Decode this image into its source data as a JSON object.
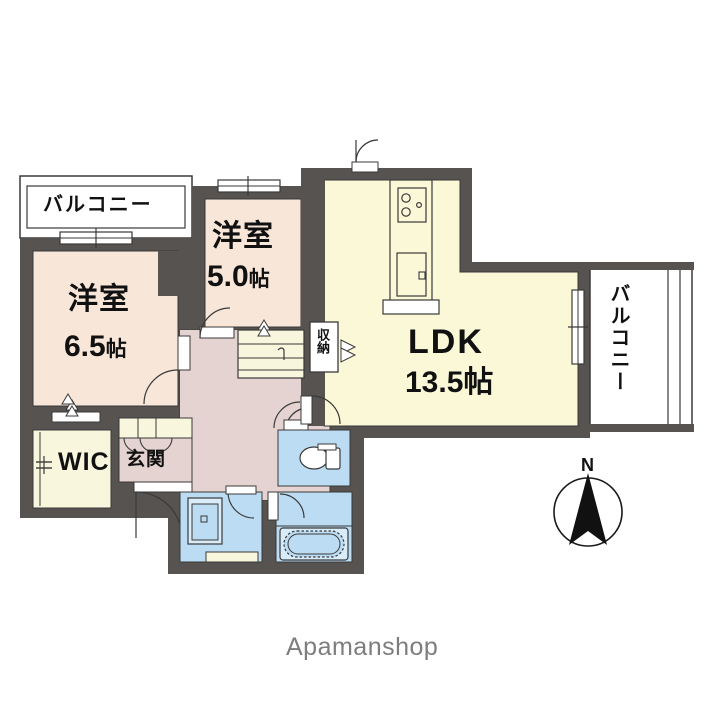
{
  "page": {
    "title": "Apartment Floor Plan",
    "background_color": "#ffffff",
    "watermark": "Apamanshop"
  },
  "colors": {
    "wall": "#575350",
    "wall_light": "#6b6562",
    "bedroom_fill": "#f8e6d8",
    "ldk_fill": "#fbf8d8",
    "hall_fill": "#e5d3d1",
    "water_fill": "#bcdcf3",
    "closet_fill": "#f8f6dc",
    "balcony_fill": "#ffffff",
    "line": "#3a3a3a",
    "text": "#111111",
    "watermark": "#7d7d7d"
  },
  "rooms": [
    {
      "id": "bedroom-6-5",
      "name": "洋室",
      "size": "6.5",
      "unit": "帖",
      "fill": "#f8e6d8"
    },
    {
      "id": "bedroom-5-0",
      "name": "洋室",
      "size": "5.0",
      "unit": "帖",
      "fill": "#f8e6d8"
    },
    {
      "id": "ldk",
      "name": "LDK",
      "size": "13.5",
      "unit": "帖",
      "fill": "#fbf8d8"
    }
  ],
  "labels": {
    "balcony_top": "バルコニー",
    "balcony_right": "バルコニー",
    "storage": "収納",
    "entrance": "玄関",
    "wic": "WIC",
    "compass_north": "N"
  },
  "fixtures": [
    {
      "name": "stove",
      "label": ""
    },
    {
      "name": "sink",
      "label": ""
    },
    {
      "name": "toilet",
      "label": ""
    },
    {
      "name": "bathtub",
      "label": ""
    },
    {
      "name": "vanity",
      "label": ""
    },
    {
      "name": "closet-shelves",
      "label": ""
    }
  ],
  "compass": {
    "direction": "N",
    "rotation_deg": 0
  }
}
